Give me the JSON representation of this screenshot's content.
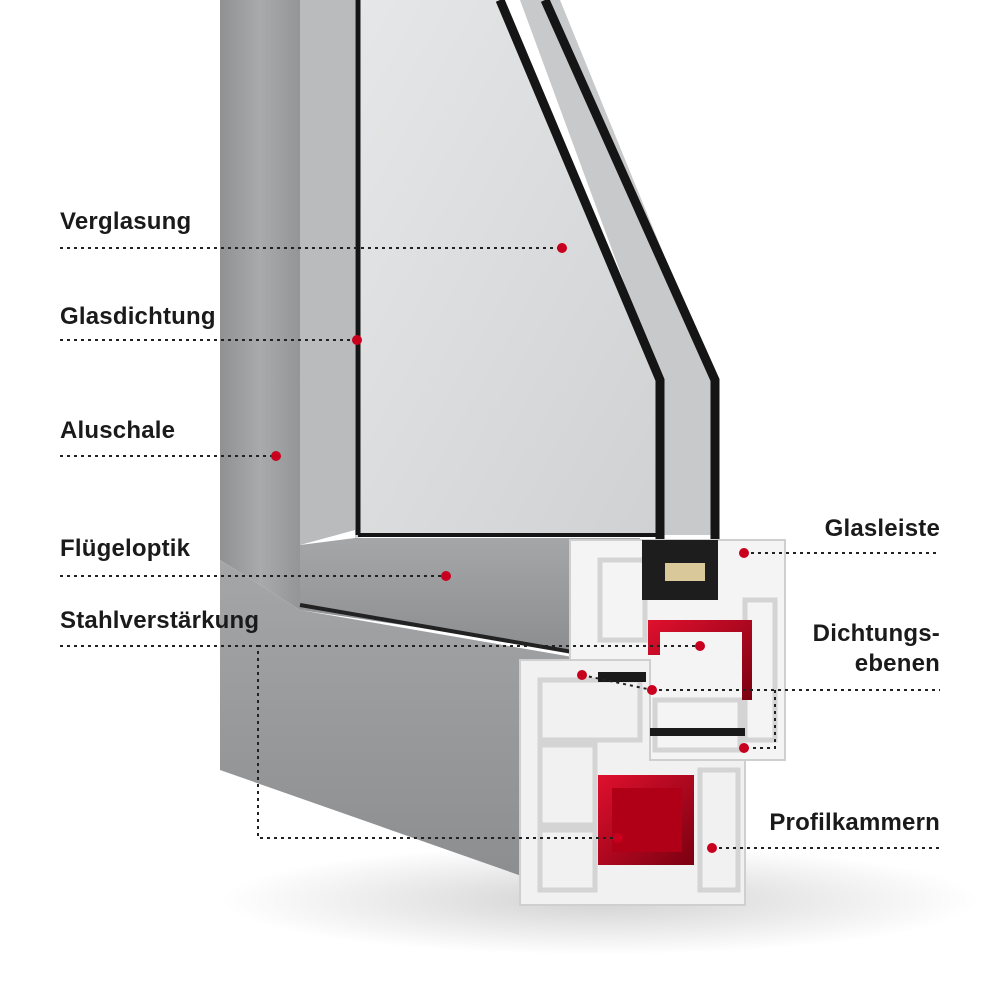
{
  "colors": {
    "marker": "#c8001e",
    "leader": "#222222",
    "aluminium": "#9a9c9e",
    "pvc": "#f2f2f2",
    "steel": "#c8001e",
    "glass": "#dcdedf"
  },
  "labels": {
    "verglasung": "Verglasung",
    "glasdichtung": "Glasdichtung",
    "aluschale": "Aluschale",
    "fluegeloptik": "Flügeloptik",
    "stahlverstaerkung": "Stahlverstärkung",
    "glasleiste": "Glasleiste",
    "dichtungsebenen_line1": "Dichtungs-",
    "dichtungsebenen_line2": "ebenen",
    "profilkammern": "Profilkammern"
  }
}
